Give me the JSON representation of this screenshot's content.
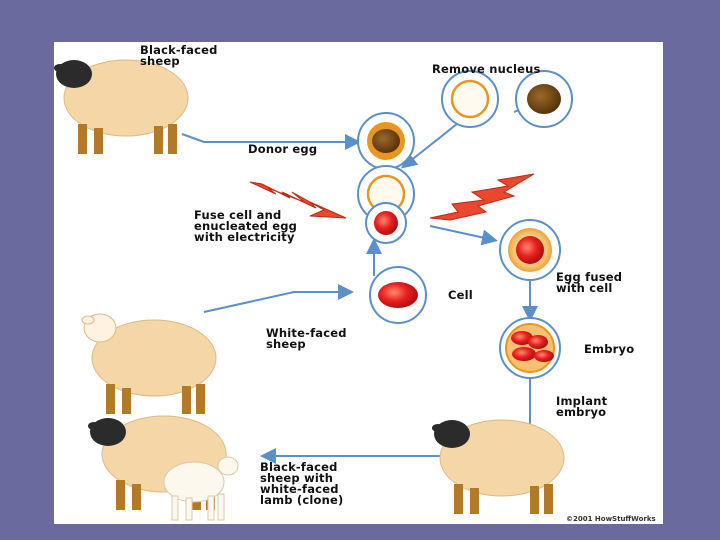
{
  "diagram": {
    "labels": {
      "black_faced_sheep": [
        "Black-faced",
        "sheep"
      ],
      "remove_nucleus": [
        "Remove nucleus"
      ],
      "donor_egg": [
        "Donor egg"
      ],
      "fuse_cell": [
        "Fuse cell and",
        "enucleated egg",
        "with electricity"
      ],
      "egg_fused": [
        "Egg fused",
        "with cell"
      ],
      "cell": [
        "Cell"
      ],
      "white_faced_sheep": [
        "White-faced",
        "sheep"
      ],
      "embryo": [
        "Embryo"
      ],
      "implant_embryo": [
        "Implant",
        "embryo"
      ],
      "clone_result": [
        "Black-faced",
        "sheep with",
        "white-faced",
        "lamb (clone)"
      ]
    },
    "copyright": "©2001 HowStuffWorks",
    "colors": {
      "background": "#6a6a9e",
      "sheep_wool": "#f5d6a6",
      "sheep_face": "#2b2b2b",
      "sheep_leg": "#b27a28",
      "cell_ring": "#e8961e",
      "nucleus": "#7a4a10",
      "red_cell": "#e82020",
      "arrow": "#5a8fc9",
      "spark": "#e84830"
    }
  }
}
